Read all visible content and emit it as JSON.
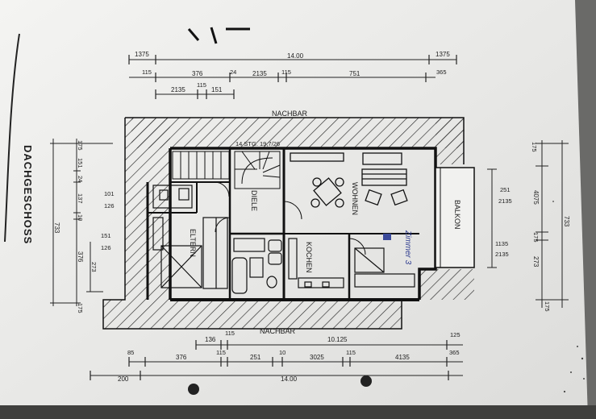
{
  "floor_title": "DACHGESCHOSS",
  "handwritten_note": "Zimmer 3",
  "neighbor_top": "NACHBAR",
  "neighbor_bottom": "NACHBAR",
  "stair_note": "14 STG. 19,7/26",
  "rooms": {
    "wohnen": "WOHNEN",
    "balkon": "BALKON",
    "diele": "DIELE",
    "eltern": "ELTERN",
    "kochen": "KOCHEN"
  },
  "dims_top": {
    "row1": [
      "1375",
      "14.00",
      "1375"
    ],
    "row2": [
      "115",
      "376",
      "24",
      "2135",
      "115",
      "751",
      "365"
    ],
    "row3": [
      "2135",
      "115",
      "151"
    ]
  },
  "dims_bottom": {
    "row1": [
      "136",
      "115",
      "10.125",
      "125"
    ],
    "row2": [
      "85",
      "376",
      "115",
      "251",
      "10",
      "3025",
      "115",
      "4135",
      "365"
    ],
    "row3": [
      "200",
      "14.00"
    ]
  },
  "dims_left": {
    "outer": [
      "175",
      "151",
      "24",
      "137",
      "10",
      "376",
      "175"
    ],
    "total": "733",
    "inner": [
      "101",
      "126",
      "151",
      "126",
      "273"
    ]
  },
  "dims_right": {
    "outer": [
      "175",
      "4075",
      "175",
      "273",
      "175"
    ],
    "total": "733",
    "inner": [
      "251",
      "2135",
      "1135",
      "2135"
    ]
  }
}
